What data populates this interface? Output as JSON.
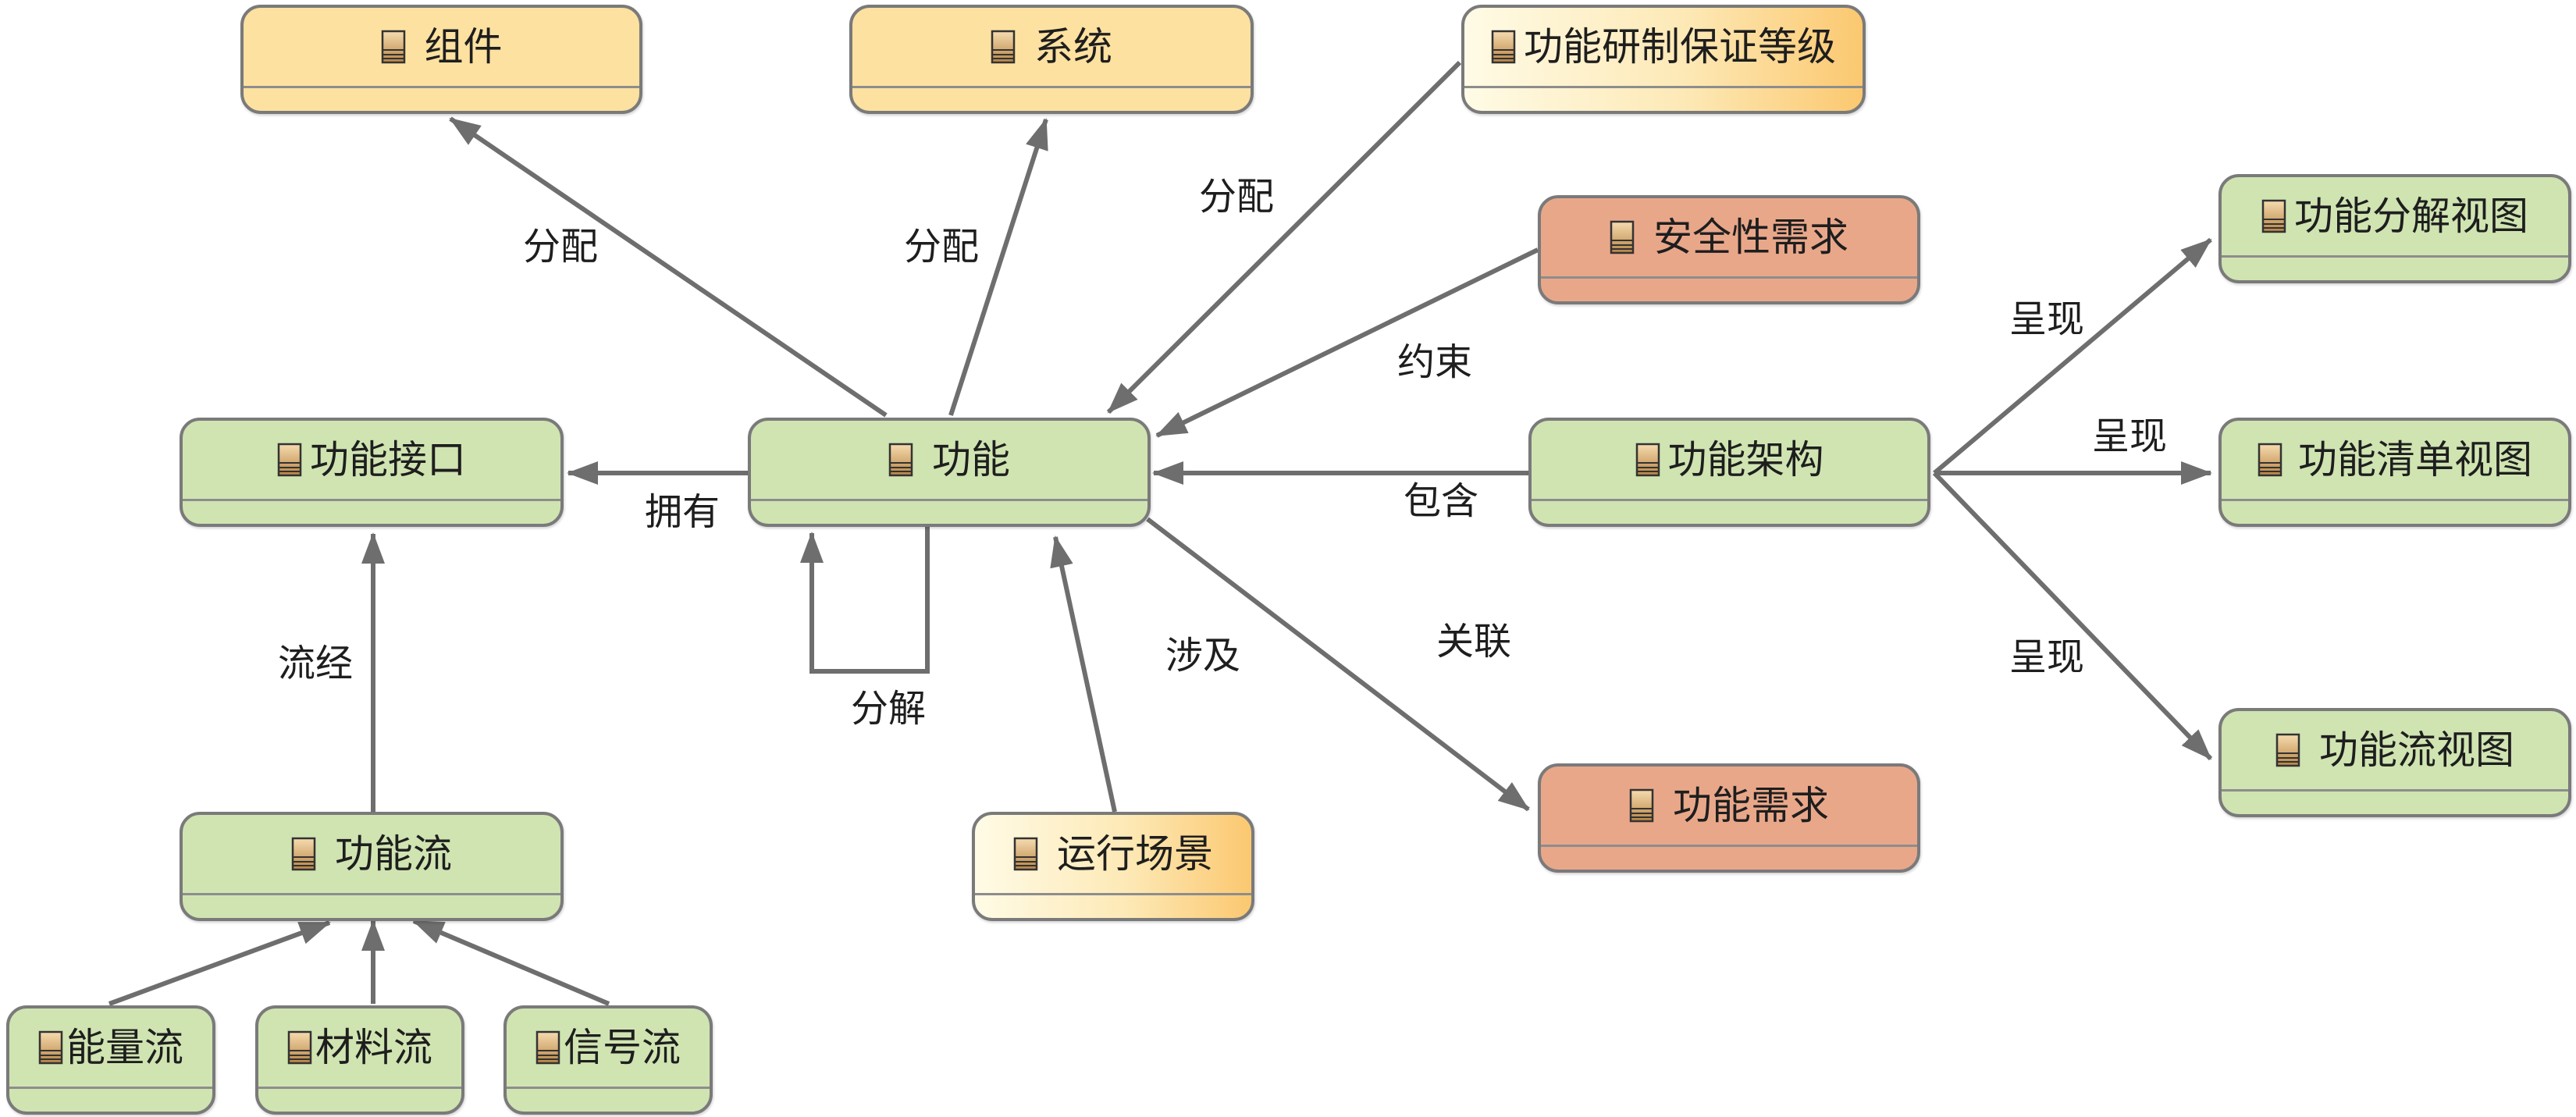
{
  "nodes": {
    "component": {
      "label": "组件",
      "icon": "class-icon"
    },
    "system": {
      "label": "系统",
      "icon": "class-icon"
    },
    "dal": {
      "label": "功能研制保证等级",
      "icon": "class-icon"
    },
    "safety_req": {
      "label": "安全性需求",
      "icon": "class-icon"
    },
    "func_decomp_view": {
      "label": "功能分解视图",
      "icon": "class-icon"
    },
    "func_interface": {
      "label": "功能接口",
      "icon": "class-icon"
    },
    "function": {
      "label": "功能",
      "icon": "class-icon"
    },
    "func_arch": {
      "label": "功能架构",
      "icon": "class-icon"
    },
    "func_list_view": {
      "label": "功能清单视图",
      "icon": "class-icon"
    },
    "func_flow_view": {
      "label": "功能流视图",
      "icon": "class-icon"
    },
    "func_req": {
      "label": "功能需求",
      "icon": "class-icon"
    },
    "op_scenario": {
      "label": "运行场景",
      "icon": "class-icon"
    },
    "func_flow": {
      "label": "功能流",
      "icon": "class-icon"
    },
    "energy_flow": {
      "label": "能量流",
      "icon": "class-icon"
    },
    "material_flow": {
      "label": "材料流",
      "icon": "class-icon"
    },
    "signal_flow": {
      "label": "信号流",
      "icon": "class-icon"
    }
  },
  "edge_labels": {
    "alloc_component": "分配",
    "alloc_system": "分配",
    "alloc_dal": "分配",
    "constraint": "约束",
    "owns": "拥有",
    "contains": "包含",
    "decompose": "分解",
    "involves": "涉及",
    "relates": "关联",
    "flows_through": "流经",
    "present_decomp": "呈现",
    "present_list": "呈现",
    "present_flow": "呈现"
  },
  "colors": {
    "green": "#d0e4b2",
    "yellow": "#fde1a0",
    "orange": "#e9a78a",
    "edge": "#6e6e6e",
    "border": "#7a7a7a"
  }
}
